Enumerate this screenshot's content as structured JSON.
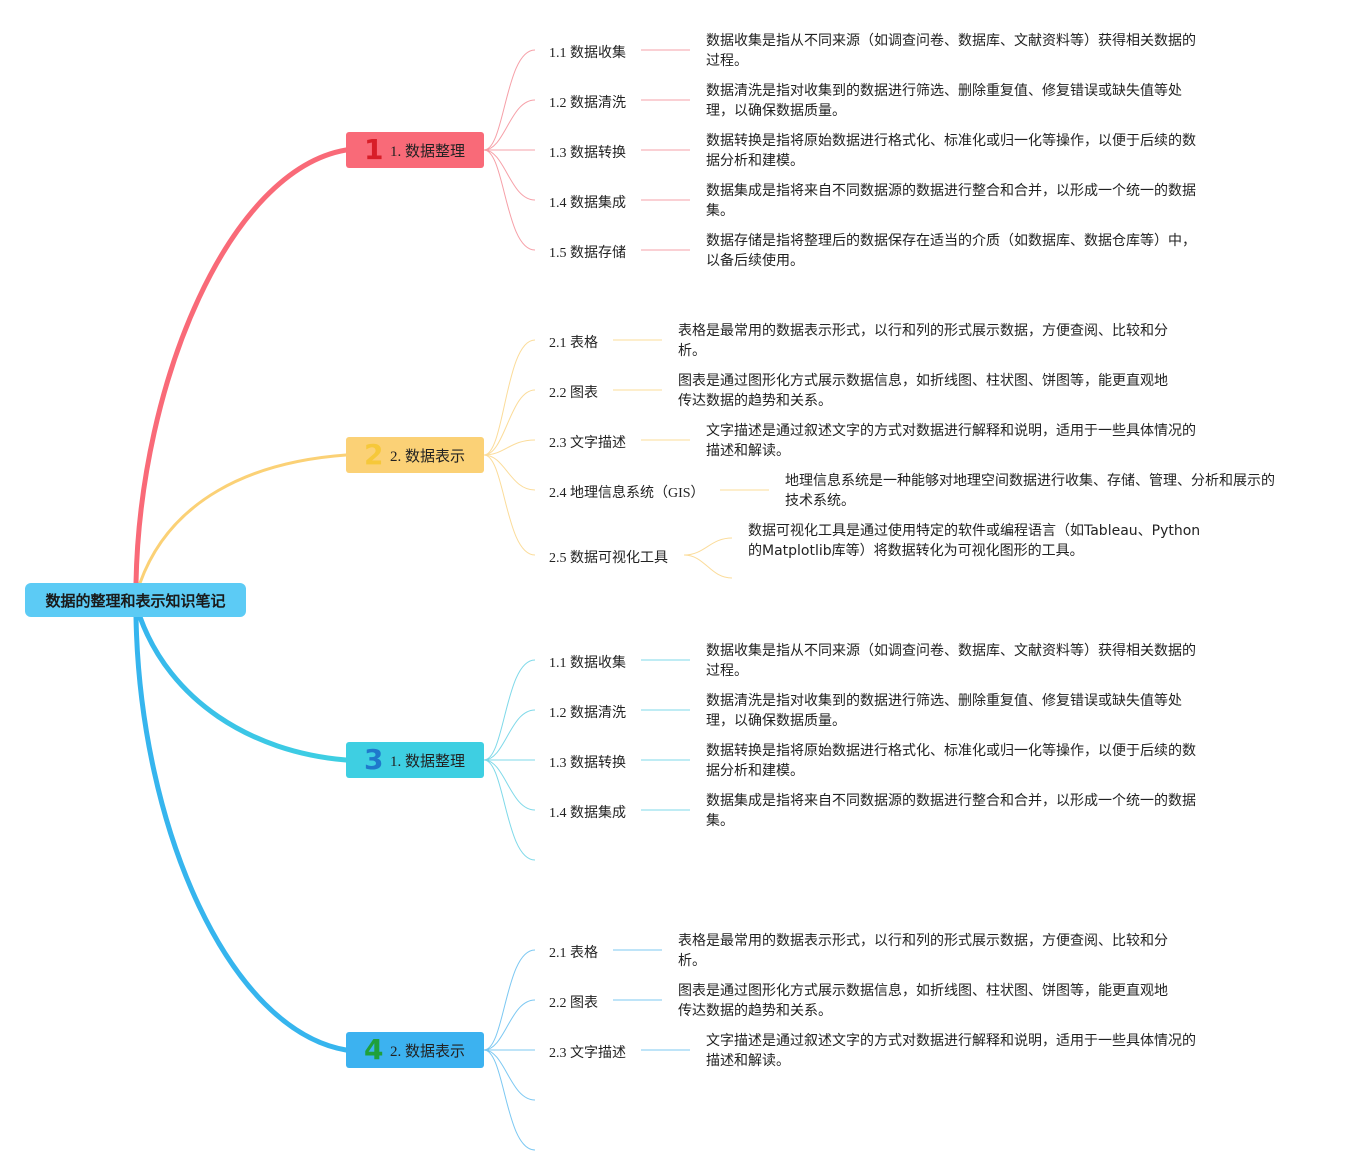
{
  "root": {
    "title": "数据的整理和表示知识笔记"
  },
  "branches": [
    {
      "num": "1",
      "label": "1. 数据整理",
      "color": "#f96a78",
      "items": [
        {
          "label": "1.1 数据收集",
          "desc": "数据收集是指从不同来源（如调查问卷、数据库、文献资料等）获得相关数据的过程。"
        },
        {
          "label": "1.2 数据清洗",
          "desc": "数据清洗是指对收集到的数据进行筛选、删除重复值、修复错误或缺失值等处理，以确保数据质量。"
        },
        {
          "label": "1.3 数据转换",
          "desc": "数据转换是指将原始数据进行格式化、标准化或归一化等操作，以便于后续的数据分析和建模。"
        },
        {
          "label": "1.4 数据集成",
          "desc": "数据集成是指将来自不同数据源的数据进行整合和合并，以形成一个统一的数据集。"
        },
        {
          "label": "1.5 数据存储",
          "desc": "数据存储是指将整理后的数据保存在适当的介质（如数据库、数据仓库等）中，以备后续使用。"
        }
      ]
    },
    {
      "num": "2",
      "label": "2. 数据表示",
      "color": "#fbd176",
      "items": [
        {
          "label": "2.1 表格",
          "desc": "表格是最常用的数据表示形式，以行和列的形式展示数据，方便查阅、比较和分析。"
        },
        {
          "label": "2.2 图表",
          "desc": "图表是通过图形化方式展示数据信息，如折线图、柱状图、饼图等，能更直观地传达数据的趋势和关系。"
        },
        {
          "label": "2.3 文字描述",
          "desc": "文字描述是通过叙述文字的方式对数据进行解释和说明，适用于一些具体情况的描述和解读。"
        },
        {
          "label": "2.4 地理信息系统（GIS）",
          "desc": "地理信息系统是一种能够对地理空间数据进行收集、存储、管理、分析和展示的技术系统。"
        },
        {
          "label": "2.5 数据可视化工具",
          "desc": "数据可视化工具是通过使用特定的软件或编程语言（如Tableau、Python的Matplotlib库等）将数据转化为可视化图形的工具。"
        }
      ]
    },
    {
      "num": "3",
      "label": "1. 数据整理",
      "color": "#3ecfe2",
      "items": [
        {
          "label": "1.1 数据收集",
          "desc": "数据收集是指从不同来源（如调查问卷、数据库、文献资料等）获得相关数据的过程。"
        },
        {
          "label": "1.2 数据清洗",
          "desc": "数据清洗是指对收集到的数据进行筛选、删除重复值、修复错误或缺失值等处理，以确保数据质量。"
        },
        {
          "label": "1.3 数据转换",
          "desc": "数据转换是指将原始数据进行格式化、标准化或归一化等操作，以便于后续的数据分析和建模。"
        },
        {
          "label": "1.4 数据集成",
          "desc": "数据集成是指将来自不同数据源的数据进行整合和合并，以形成一个统一的数据集。"
        }
      ]
    },
    {
      "num": "4",
      "label": "2. 数据表示",
      "color": "#3cb2f0",
      "items": [
        {
          "label": "2.1 表格",
          "desc": "表格是最常用的数据表示形式，以行和列的形式展示数据，方便查阅、比较和分析。"
        },
        {
          "label": "2.2 图表",
          "desc": "图表是通过图形化方式展示数据信息，如折线图、柱状图、饼图等，能更直观地传达数据的趋势和关系。"
        },
        {
          "label": "2.3 文字描述",
          "desc": "文字描述是通过叙述文字的方式对数据进行解释和说明，适用于一些具体情况的描述和解读。"
        }
      ]
    }
  ]
}
